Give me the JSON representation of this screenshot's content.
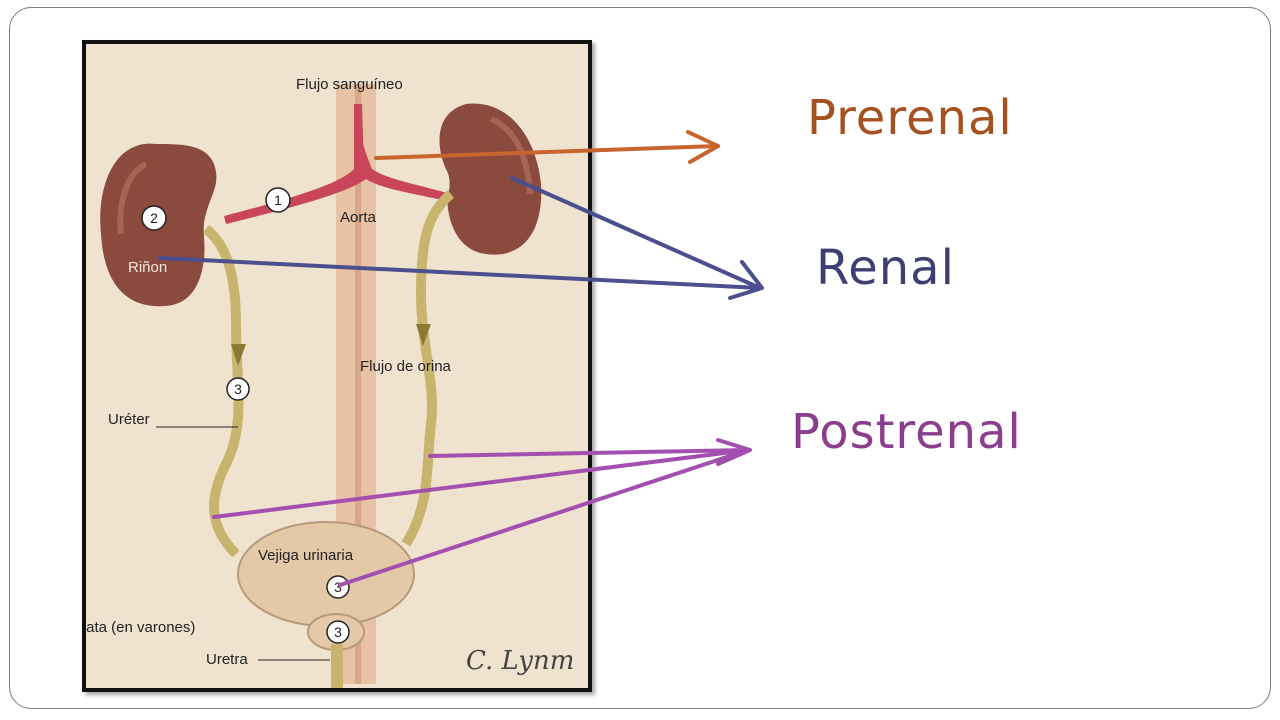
{
  "figure": {
    "labels": {
      "blood_flow": "Flujo sanguíneo",
      "aorta": "Aorta",
      "kidney": "Riñon",
      "urine_flow": "Flujo de orina",
      "ureter": "Uréter",
      "bladder": "Vejiga urinaria",
      "prostate": "tata (en varones)",
      "urethra": "Uretra",
      "signature": "C. Lynm"
    },
    "markers": [
      "1",
      "2",
      "3",
      "3",
      "3"
    ]
  },
  "categories": [
    {
      "label": "Prerenal",
      "color": "#a4501f"
    },
    {
      "label": "Renal",
      "color": "#3d3f72"
    },
    {
      "label": "Postrenal",
      "color": "#8a3e8d"
    }
  ],
  "arrow_colors": {
    "prerenal": "#c8652f",
    "renal": "#4b4f8e",
    "postrenal": "#a34fb0"
  }
}
